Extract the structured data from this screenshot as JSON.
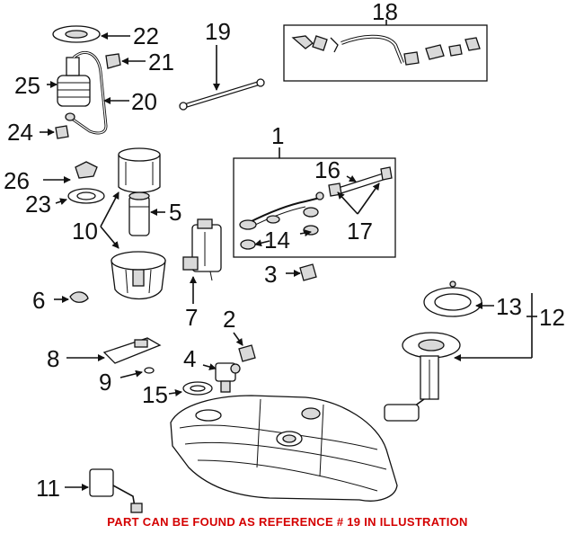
{
  "callouts": {
    "n1": "1",
    "n2": "2",
    "n3": "3",
    "n4": "4",
    "n5": "5",
    "n6": "6",
    "n7": "7",
    "n8": "8",
    "n9": "9",
    "n10": "10",
    "n11": "11",
    "n12": "12",
    "n13": "13",
    "n14": "14",
    "n15": "15",
    "n16": "16",
    "n17": "17",
    "n18": "18",
    "n19": "19",
    "n20": "20",
    "n21": "21",
    "n22": "22",
    "n23": "23",
    "n24": "24",
    "n25": "25",
    "n26": "26"
  },
  "caption": "PART CAN BE FOUND AS REFERENCE # 19 IN ILLUSTRATION",
  "colors": {
    "caption": "#d40000",
    "ink": "#111111",
    "background": "#ffffff"
  }
}
